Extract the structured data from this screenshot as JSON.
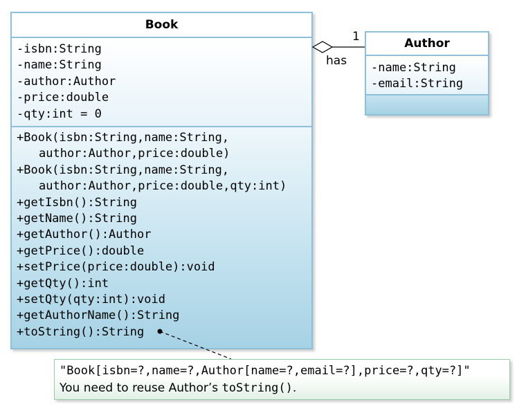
{
  "book": {
    "name": "Book",
    "attributes": [
      "-isbn:String",
      "-name:String",
      "-author:Author",
      "-price:double",
      "-qty:int = 0"
    ],
    "operations": [
      "+Book(isbn:String,name:String,",
      "author:Author,price:double)",
      "+Book(isbn:String,name:String,",
      "author:Author,price:double,qty:int)",
      "+getIsbn():String",
      "+getName():String",
      "+getAuthor():Author",
      "+getPrice():double",
      "+setPrice(price:double):void",
      "+getQty():int",
      "+setQty(qty:int):void",
      "+getAuthorName():String",
      "+toString():String"
    ]
  },
  "author": {
    "name": "Author",
    "attributes": [
      "-name:String",
      "-email:String"
    ]
  },
  "association": {
    "label": "has",
    "multiplicity": "1",
    "type": "aggregation"
  },
  "note": {
    "line1": "\"Book[isbn=?,name=?,Author[name=?,email=?],price=?,qty=?]\"",
    "line2_prefix": "You need to reuse Author’s ",
    "line2_code": "toString()",
    "line2_suffix": "."
  },
  "colors": {
    "class_border": "#8dc0d8",
    "class_fill_light": "#eef7fb",
    "class_fill_dark": "#a6d2e5",
    "note_border": "#9cc9a6",
    "note_fill": "#e2f1e6"
  }
}
